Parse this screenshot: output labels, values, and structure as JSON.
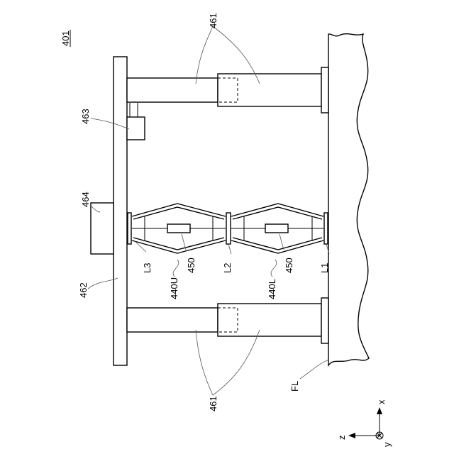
{
  "figure": {
    "ref_number": "401",
    "labels": {
      "actuator_top": "461",
      "actuator_bottom": "461",
      "part_463": "463",
      "part_464": "464",
      "plate_462": "462",
      "layer_L3": "L3",
      "layer_L2": "L2",
      "layer_L1": "L1",
      "unit_upper": "440U",
      "unit_lower": "440L",
      "element_upper": "450",
      "element_lower": "450",
      "floor": "FL"
    },
    "axes": {
      "x": "x",
      "y": "y",
      "z": "z"
    }
  }
}
